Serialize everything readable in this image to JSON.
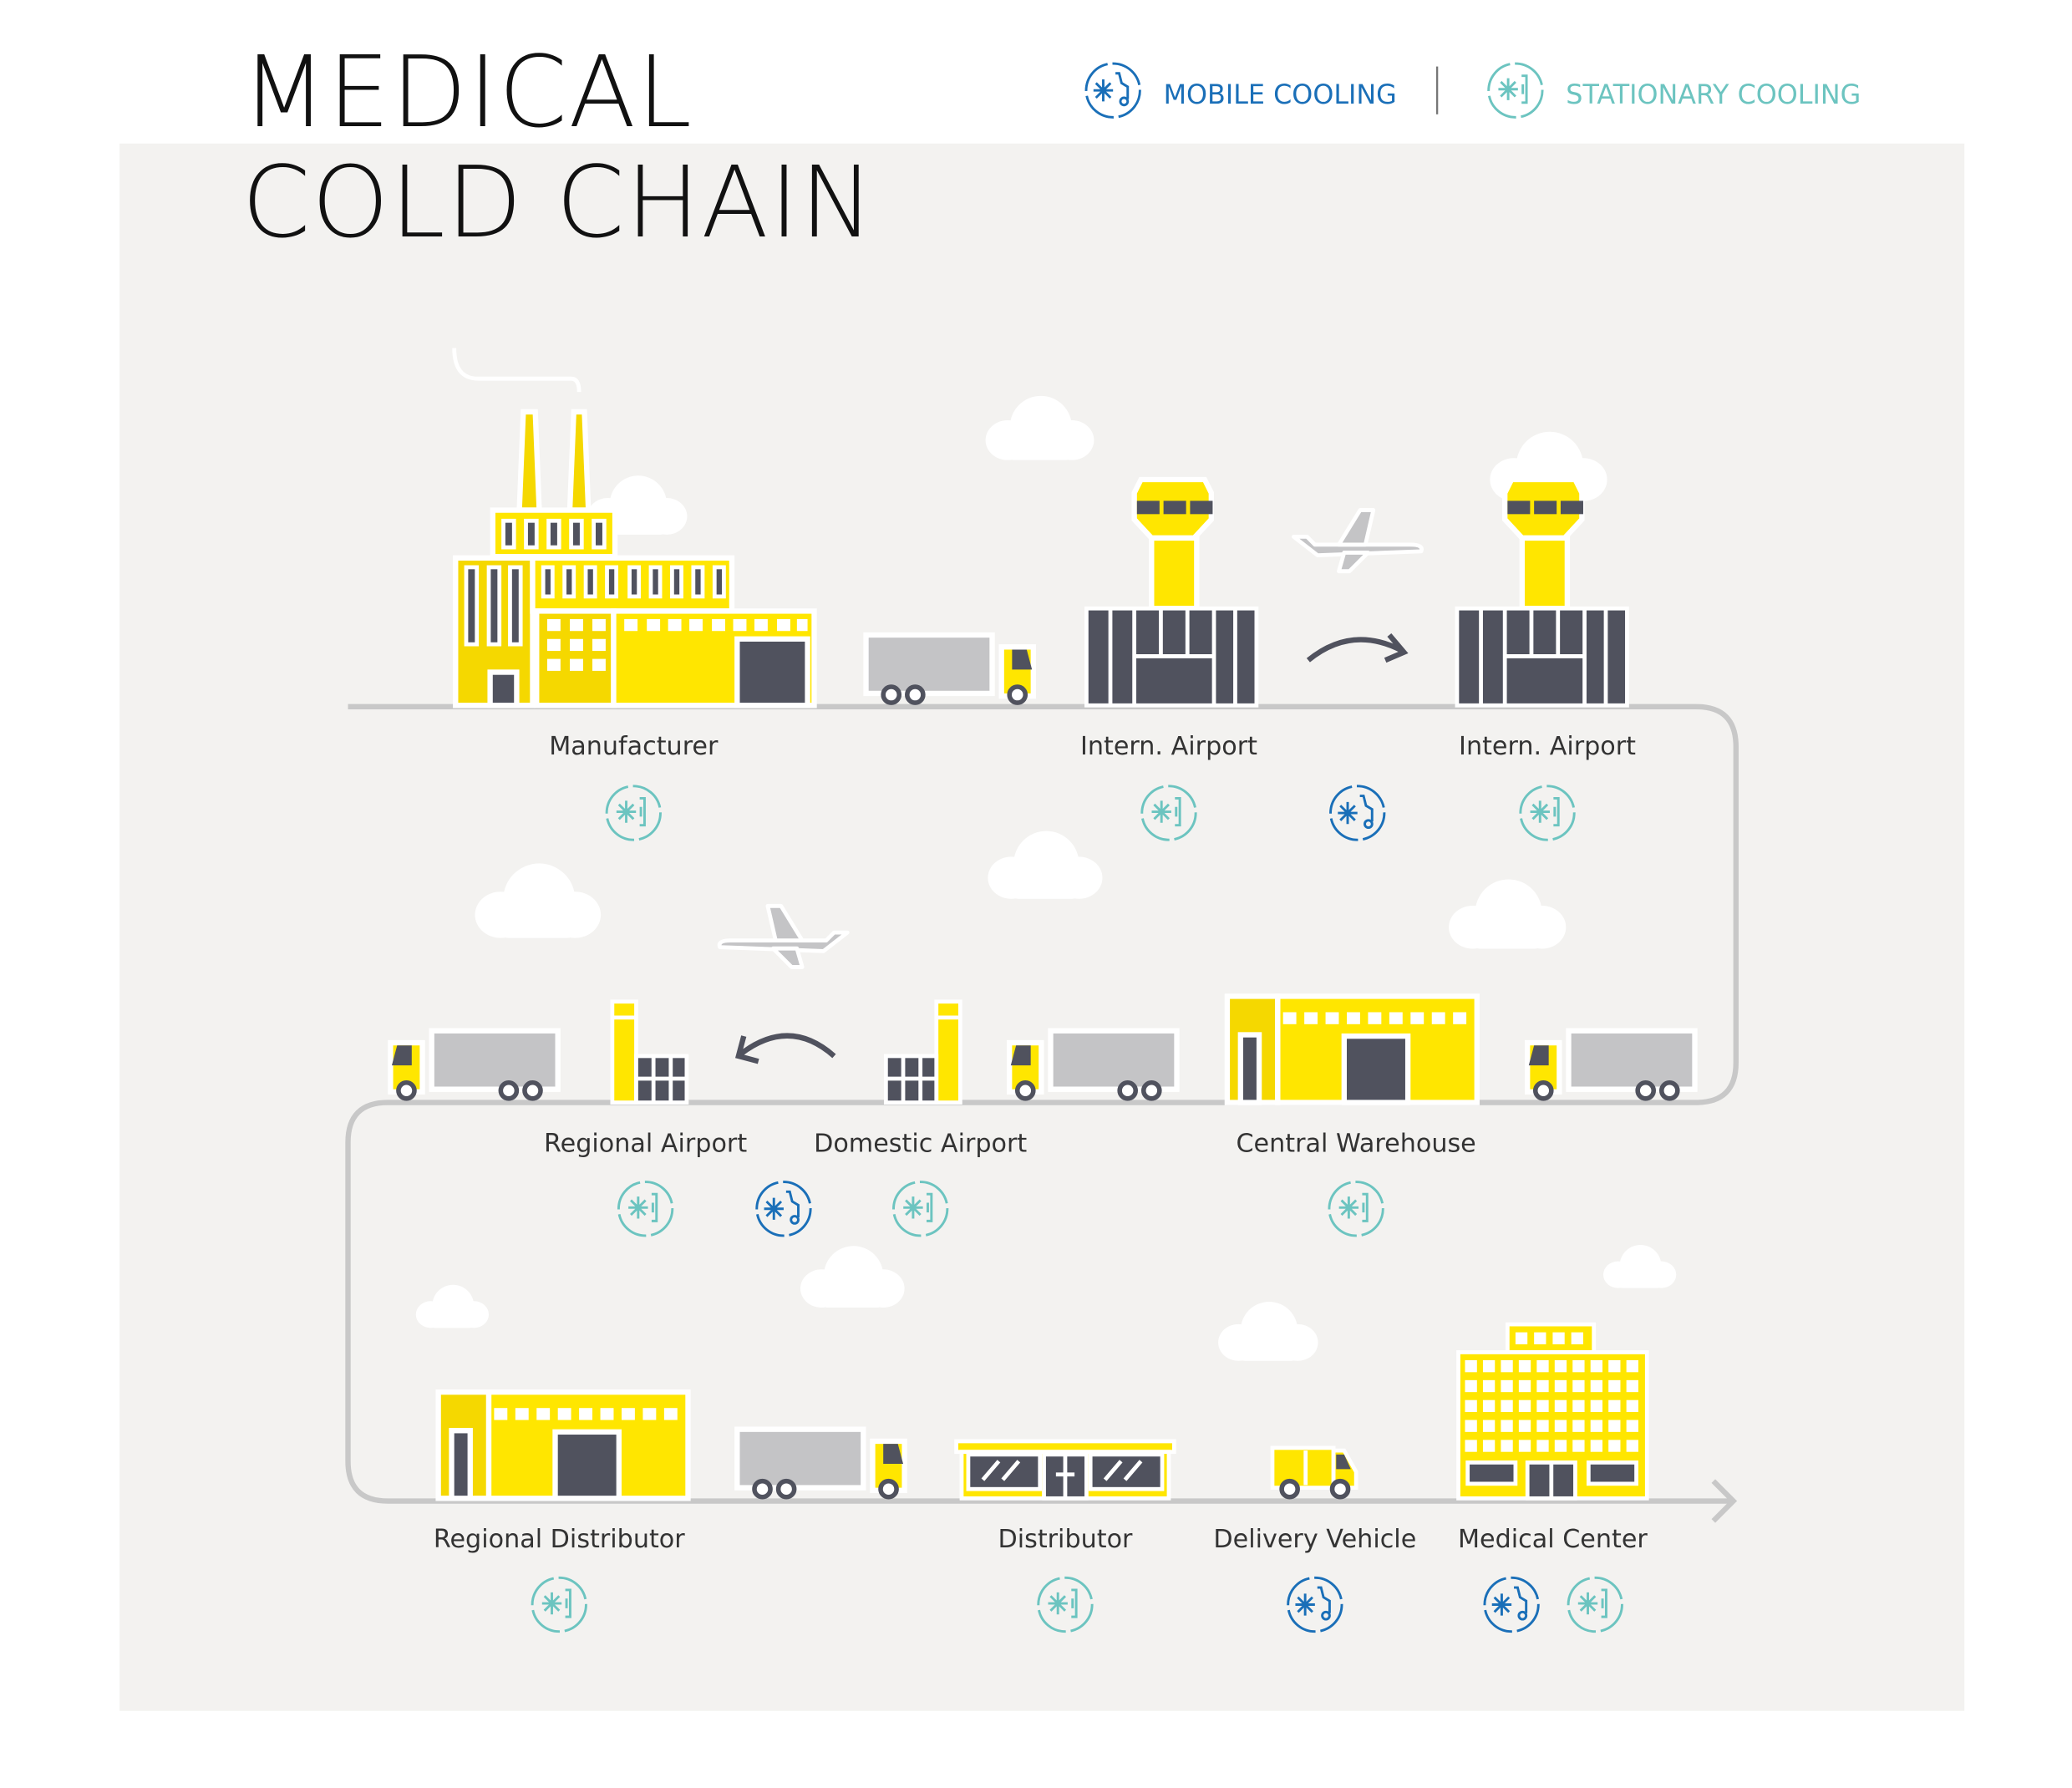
{
  "title": {
    "line1": "MEDICAL",
    "line2": "COLD CHAIN"
  },
  "legend": {
    "mobile": {
      "label": "MOBILE COOLING",
      "icon": "mobile-cooling-icon",
      "color": "#1a6fb8"
    },
    "stationary": {
      "label": "STATIONARY COOLING",
      "icon": "stationary-cooling-icon",
      "color": "#6cc4c0"
    }
  },
  "colors": {
    "background": "#f3f2f0",
    "yellow": "#ffe600",
    "dark": "#50525e",
    "gray": "#c4c4c6",
    "path": "#c8c8c8"
  },
  "stations": [
    {
      "label": "Manufacturer",
      "cooling": [
        "stationary"
      ]
    },
    {
      "label": "Intern. Airport",
      "cooling": [
        "stationary"
      ]
    },
    {
      "label": "Intern. Airport",
      "cooling": [
        "stationary"
      ]
    },
    {
      "label": "Central Warehouse",
      "cooling": [
        "stationary"
      ]
    },
    {
      "label": "Domestic Airport",
      "cooling": [
        "stationary"
      ]
    },
    {
      "label": "Regional Airport",
      "cooling": [
        "stationary"
      ]
    },
    {
      "label": "Regional Distributor",
      "cooling": [
        "stationary"
      ]
    },
    {
      "label": "Distributor",
      "cooling": [
        "stationary"
      ]
    },
    {
      "label": "Delivery Vehicle",
      "cooling": [
        "mobile"
      ]
    },
    {
      "label": "Medical Center",
      "cooling": [
        "mobile",
        "stationary"
      ]
    }
  ],
  "transit_cooling": [
    "mobile",
    "mobile"
  ]
}
